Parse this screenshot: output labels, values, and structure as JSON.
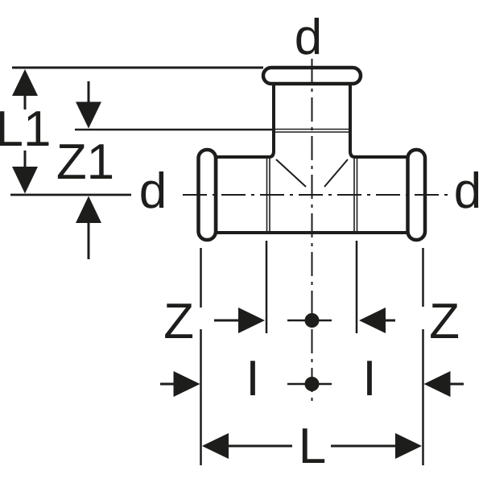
{
  "drawing": {
    "line_color": "#1d1d1b",
    "background_color": "#ffffff",
    "labels": {
      "d_top": "d",
      "d_left": "d",
      "d_right": "d",
      "l1": "L1",
      "z1": "Z1",
      "z_left": "Z",
      "z_right": "Z",
      "i_left": "I",
      "i_right": "I",
      "l": "L"
    }
  }
}
